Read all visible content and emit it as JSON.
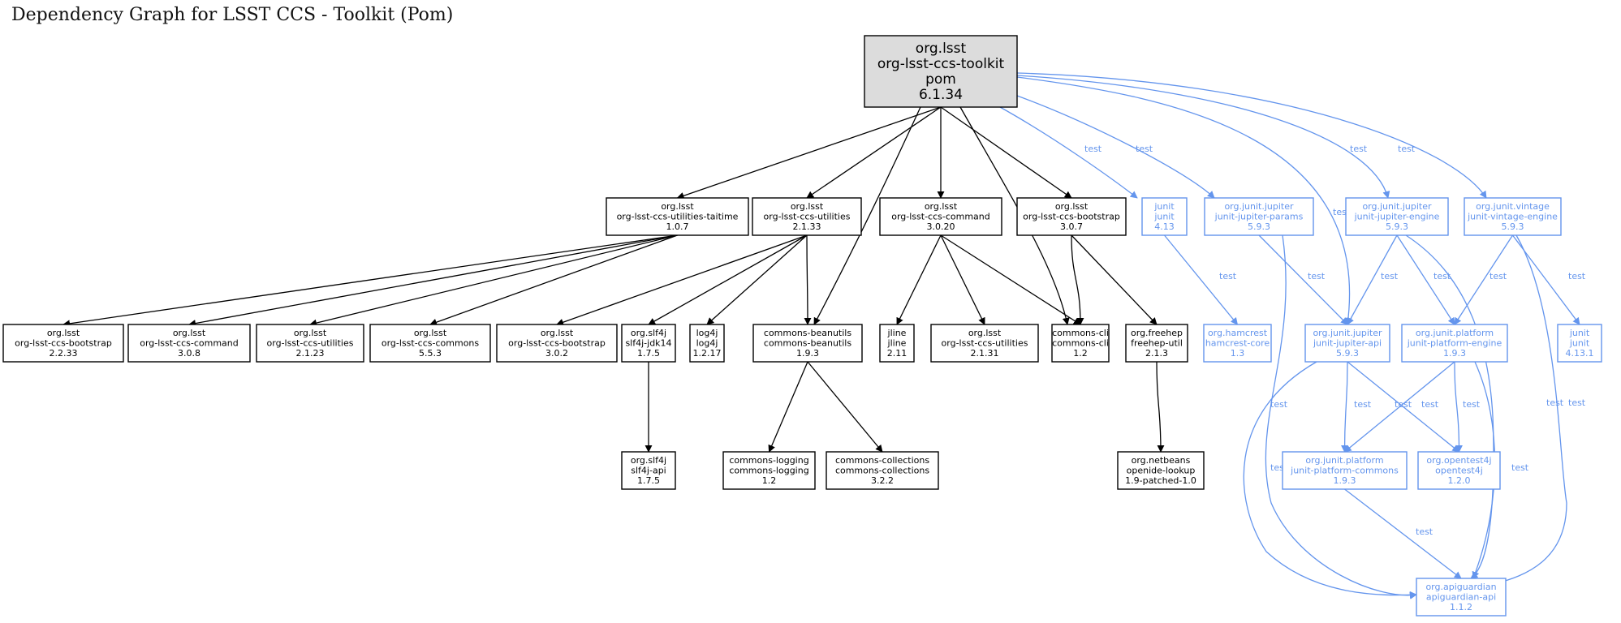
{
  "title": "Dependency Graph for LSST CCS - Toolkit (Pom)",
  "colors": {
    "compile": "#000000",
    "test": "#6495ED",
    "root_fill": "#DCDCDC"
  },
  "nodes": {
    "root": {
      "lines": [
        "org.lsst",
        "org-lsst-ccs-toolkit",
        "pom",
        "6.1.34"
      ],
      "scope": "root"
    },
    "taitime": {
      "lines": [
        "org.lsst",
        "org-lsst-ccs-utilities-taitime",
        "1.0.7"
      ],
      "scope": "compile"
    },
    "utilities2133": {
      "lines": [
        "org.lsst",
        "org-lsst-ccs-utilities",
        "2.1.33"
      ],
      "scope": "compile"
    },
    "command3020": {
      "lines": [
        "org.lsst",
        "org-lsst-ccs-command",
        "3.0.20"
      ],
      "scope": "compile"
    },
    "bootstrap307": {
      "lines": [
        "org.lsst",
        "org-lsst-ccs-bootstrap",
        "3.0.7"
      ],
      "scope": "compile"
    },
    "junit413": {
      "lines": [
        "junit",
        "junit",
        "4.13"
      ],
      "scope": "test"
    },
    "jparams": {
      "lines": [
        "org.junit.jupiter",
        "junit-jupiter-params",
        "5.9.3"
      ],
      "scope": "test"
    },
    "jengine": {
      "lines": [
        "org.junit.jupiter",
        "junit-jupiter-engine",
        "5.9.3"
      ],
      "scope": "test"
    },
    "vengine": {
      "lines": [
        "org.junit.vintage",
        "junit-vintage-engine",
        "5.9.3"
      ],
      "scope": "test"
    },
    "bootstrap2233": {
      "lines": [
        "org.lsst",
        "org-lsst-ccs-bootstrap",
        "2.2.33"
      ],
      "scope": "compile"
    },
    "command308": {
      "lines": [
        "org.lsst",
        "org-lsst-ccs-command",
        "3.0.8"
      ],
      "scope": "compile"
    },
    "utilities2123": {
      "lines": [
        "org.lsst",
        "org-lsst-ccs-utilities",
        "2.1.23"
      ],
      "scope": "compile"
    },
    "commons553": {
      "lines": [
        "org.lsst",
        "org-lsst-ccs-commons",
        "5.5.3"
      ],
      "scope": "compile"
    },
    "bootstrap302": {
      "lines": [
        "org.lsst",
        "org-lsst-ccs-bootstrap",
        "3.0.2"
      ],
      "scope": "compile"
    },
    "slf4jjdk": {
      "lines": [
        "org.slf4j",
        "slf4j-jdk14",
        "1.7.5"
      ],
      "scope": "compile"
    },
    "log4j": {
      "lines": [
        "log4j",
        "log4j",
        "1.2.17"
      ],
      "scope": "compile"
    },
    "beanutils": {
      "lines": [
        "commons-beanutils",
        "commons-beanutils",
        "1.9.3"
      ],
      "scope": "compile"
    },
    "jline": {
      "lines": [
        "jline",
        "jline",
        "2.11"
      ],
      "scope": "compile"
    },
    "utilities2131": {
      "lines": [
        "org.lsst",
        "org-lsst-ccs-utilities",
        "2.1.31"
      ],
      "scope": "compile"
    },
    "cli": {
      "lines": [
        "commons-cli",
        "commons-cli",
        "1.2"
      ],
      "scope": "compile"
    },
    "freehep": {
      "lines": [
        "org.freehep",
        "freehep-util",
        "2.1.3"
      ],
      "scope": "compile"
    },
    "hamcrest": {
      "lines": [
        "org.hamcrest",
        "hamcrest-core",
        "1.3"
      ],
      "scope": "test"
    },
    "japi": {
      "lines": [
        "org.junit.jupiter",
        "junit-jupiter-api",
        "5.9.3"
      ],
      "scope": "test"
    },
    "pengine": {
      "lines": [
        "org.junit.platform",
        "junit-platform-engine",
        "1.9.3"
      ],
      "scope": "test"
    },
    "junit4131": {
      "lines": [
        "junit",
        "junit",
        "4.13.1"
      ],
      "scope": "test"
    },
    "slf4japi": {
      "lines": [
        "org.slf4j",
        "slf4j-api",
        "1.7.5"
      ],
      "scope": "compile"
    },
    "logging": {
      "lines": [
        "commons-logging",
        "commons-logging",
        "1.2"
      ],
      "scope": "compile"
    },
    "collections": {
      "lines": [
        "commons-collections",
        "commons-collections",
        "3.2.2"
      ],
      "scope": "compile"
    },
    "openide": {
      "lines": [
        "org.netbeans",
        "openide-lookup",
        "1.9-patched-1.0"
      ],
      "scope": "compile"
    },
    "pcommons": {
      "lines": [
        "org.junit.platform",
        "junit-platform-commons",
        "1.9.3"
      ],
      "scope": "test"
    },
    "opentest4j": {
      "lines": [
        "org.opentest4j",
        "opentest4j",
        "1.2.0"
      ],
      "scope": "test"
    },
    "apiguardian": {
      "lines": [
        "org.apiguardian",
        "apiguardian-api",
        "1.1.2"
      ],
      "scope": "test"
    }
  },
  "edges": [
    {
      "from": "root",
      "to": "taitime",
      "label": ""
    },
    {
      "from": "root",
      "to": "utilities2133",
      "label": ""
    },
    {
      "from": "root",
      "to": "beanutils",
      "label": ""
    },
    {
      "from": "root",
      "to": "command3020",
      "label": ""
    },
    {
      "from": "root",
      "to": "cli",
      "label": ""
    },
    {
      "from": "root",
      "to": "bootstrap307",
      "label": ""
    },
    {
      "from": "root",
      "to": "junit413",
      "label": "test"
    },
    {
      "from": "root",
      "to": "jparams",
      "label": "test"
    },
    {
      "from": "root",
      "to": "japi",
      "label": "test"
    },
    {
      "from": "root",
      "to": "jengine",
      "label": "test"
    },
    {
      "from": "root",
      "to": "vengine",
      "label": "test"
    },
    {
      "from": "taitime",
      "to": "bootstrap2233",
      "label": ""
    },
    {
      "from": "taitime",
      "to": "command308",
      "label": ""
    },
    {
      "from": "taitime",
      "to": "utilities2123",
      "label": ""
    },
    {
      "from": "taitime",
      "to": "commons553",
      "label": ""
    },
    {
      "from": "utilities2133",
      "to": "bootstrap302",
      "label": ""
    },
    {
      "from": "utilities2133",
      "to": "slf4jjdk",
      "label": ""
    },
    {
      "from": "utilities2133",
      "to": "log4j",
      "label": ""
    },
    {
      "from": "utilities2133",
      "to": "beanutils",
      "label": ""
    },
    {
      "from": "command3020",
      "to": "jline",
      "label": ""
    },
    {
      "from": "command3020",
      "to": "utilities2131",
      "label": ""
    },
    {
      "from": "command3020",
      "to": "cli",
      "label": ""
    },
    {
      "from": "bootstrap307",
      "to": "cli",
      "label": ""
    },
    {
      "from": "bootstrap307",
      "to": "freehep",
      "label": ""
    },
    {
      "from": "junit413",
      "to": "hamcrest",
      "label": "test"
    },
    {
      "from": "jparams",
      "to": "japi",
      "label": "test"
    },
    {
      "from": "jparams",
      "to": "apiguardian",
      "label": "test"
    },
    {
      "from": "jengine",
      "to": "japi",
      "label": "test"
    },
    {
      "from": "jengine",
      "to": "pengine",
      "label": "test"
    },
    {
      "from": "jengine",
      "to": "apiguardian",
      "label": "test"
    },
    {
      "from": "vengine",
      "to": "pengine",
      "label": "test"
    },
    {
      "from": "vengine",
      "to": "junit4131",
      "label": "test"
    },
    {
      "from": "vengine",
      "to": "apiguardian",
      "label": "test"
    },
    {
      "from": "slf4jjdk",
      "to": "slf4japi",
      "label": ""
    },
    {
      "from": "beanutils",
      "to": "logging",
      "label": ""
    },
    {
      "from": "beanutils",
      "to": "collections",
      "label": ""
    },
    {
      "from": "freehep",
      "to": "openide",
      "label": ""
    },
    {
      "from": "japi",
      "to": "pcommons",
      "label": "test"
    },
    {
      "from": "japi",
      "to": "opentest4j",
      "label": "test"
    },
    {
      "from": "japi",
      "to": "apiguardian",
      "label": "test"
    },
    {
      "from": "pengine",
      "to": "pcommons",
      "label": "test"
    },
    {
      "from": "pengine",
      "to": "opentest4j",
      "label": "test"
    },
    {
      "from": "pengine",
      "to": "apiguardian",
      "label": "test"
    },
    {
      "from": "pcommons",
      "to": "apiguardian",
      "label": "test"
    }
  ]
}
